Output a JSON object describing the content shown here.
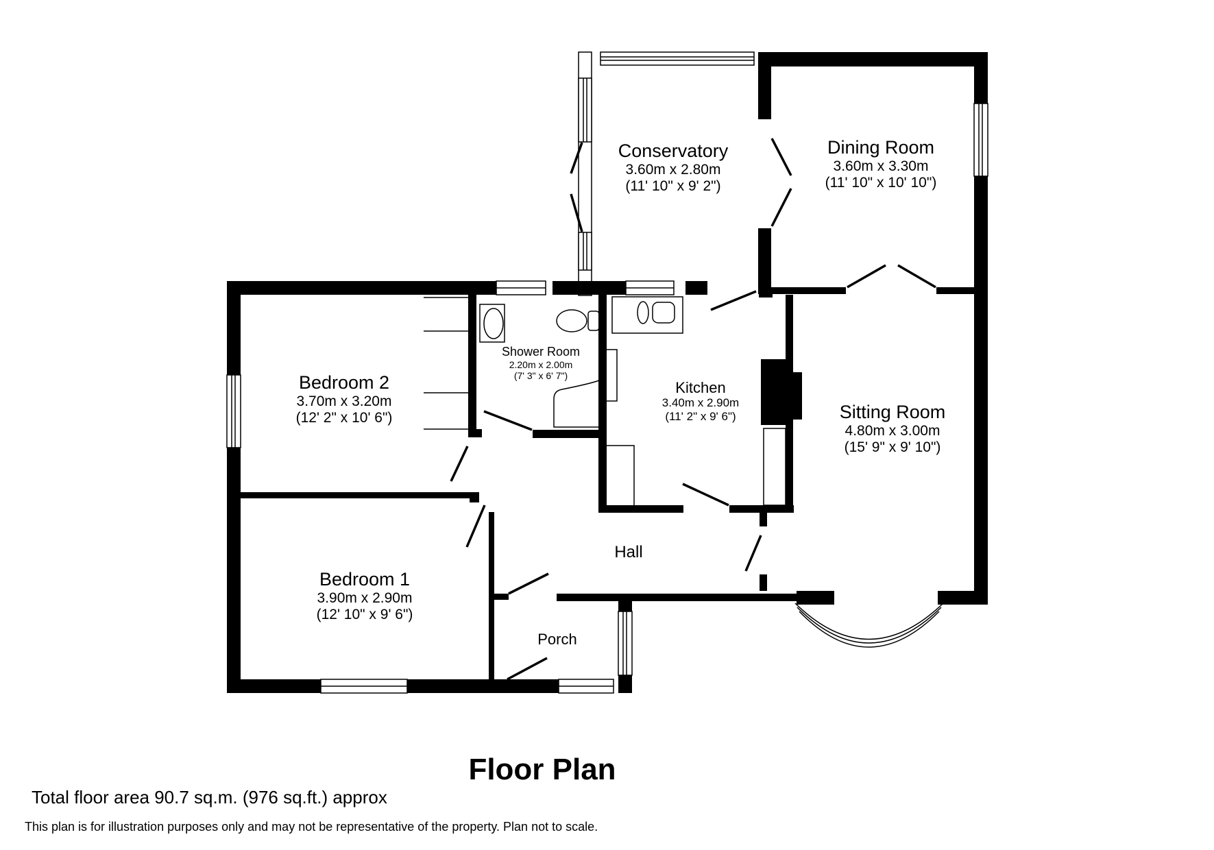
{
  "title": "Floor Plan",
  "total_area": "Total floor area 90.7 sq.m. (976 sq.ft.) approx",
  "disclaimer": "This plan is for illustration purposes only and may not be representative of the property. Plan not to scale.",
  "colors": {
    "wall": "#000000",
    "background": "#ffffff"
  },
  "rooms": [
    {
      "name": "Conservatory",
      "metric": "3.60m x 2.80m",
      "imperial": "(11' 10\" x 9' 2\")"
    },
    {
      "name": "Dining Room",
      "metric": "3.60m x 3.30m",
      "imperial": "(11' 10\" x 10' 10\")"
    },
    {
      "name": "Shower Room",
      "metric": "2.20m x 2.00m",
      "imperial": "(7' 3\" x 6' 7\")"
    },
    {
      "name": "Bedroom 2",
      "metric": "3.70m x 3.20m",
      "imperial": "(12' 2\" x 10' 6\")"
    },
    {
      "name": "Kitchen",
      "metric": "3.40m x 2.90m",
      "imperial": "(11' 2\" x 9' 6\")"
    },
    {
      "name": "Sitting Room",
      "metric": "4.80m x 3.00m",
      "imperial": "(15' 9\" x 9' 10\")"
    },
    {
      "name": "Hall"
    },
    {
      "name": "Bedroom 1",
      "metric": "3.90m x 2.90m",
      "imperial": "(12' 10\" x 9' 6\")"
    },
    {
      "name": "Porch"
    }
  ]
}
